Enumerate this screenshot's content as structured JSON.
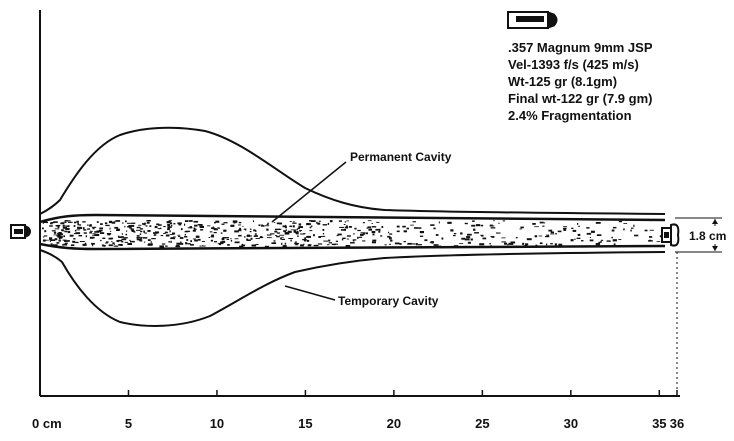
{
  "bullet_info": {
    "lines": [
      ".357 Magnum 9mm JSP",
      "Vel-1393 f/s (425 m/s)",
      "Wt-125 gr (8.1gm)",
      "Final wt-122 gr (7.9 gm)",
      "2.4% Fragmentation"
    ]
  },
  "labels": {
    "permanent_cavity": "Permanent Cavity",
    "temporary_cavity": "Temporary Cavity",
    "diameter": "1.8 cm"
  },
  "axis": {
    "unit": "cm",
    "min": 0,
    "max": 36,
    "ticks": [
      {
        "value": 0,
        "label": "0 cm"
      },
      {
        "value": 5,
        "label": "5"
      },
      {
        "value": 10,
        "label": "10"
      },
      {
        "value": 15,
        "label": "15"
      },
      {
        "value": 20,
        "label": "20"
      },
      {
        "value": 25,
        "label": "25"
      },
      {
        "value": 30,
        "label": "30"
      },
      {
        "value": 35,
        "label": "35"
      },
      {
        "value": 36,
        "label": "36"
      }
    ]
  },
  "colors": {
    "ink": "#111111",
    "background": "#ffffff"
  }
}
